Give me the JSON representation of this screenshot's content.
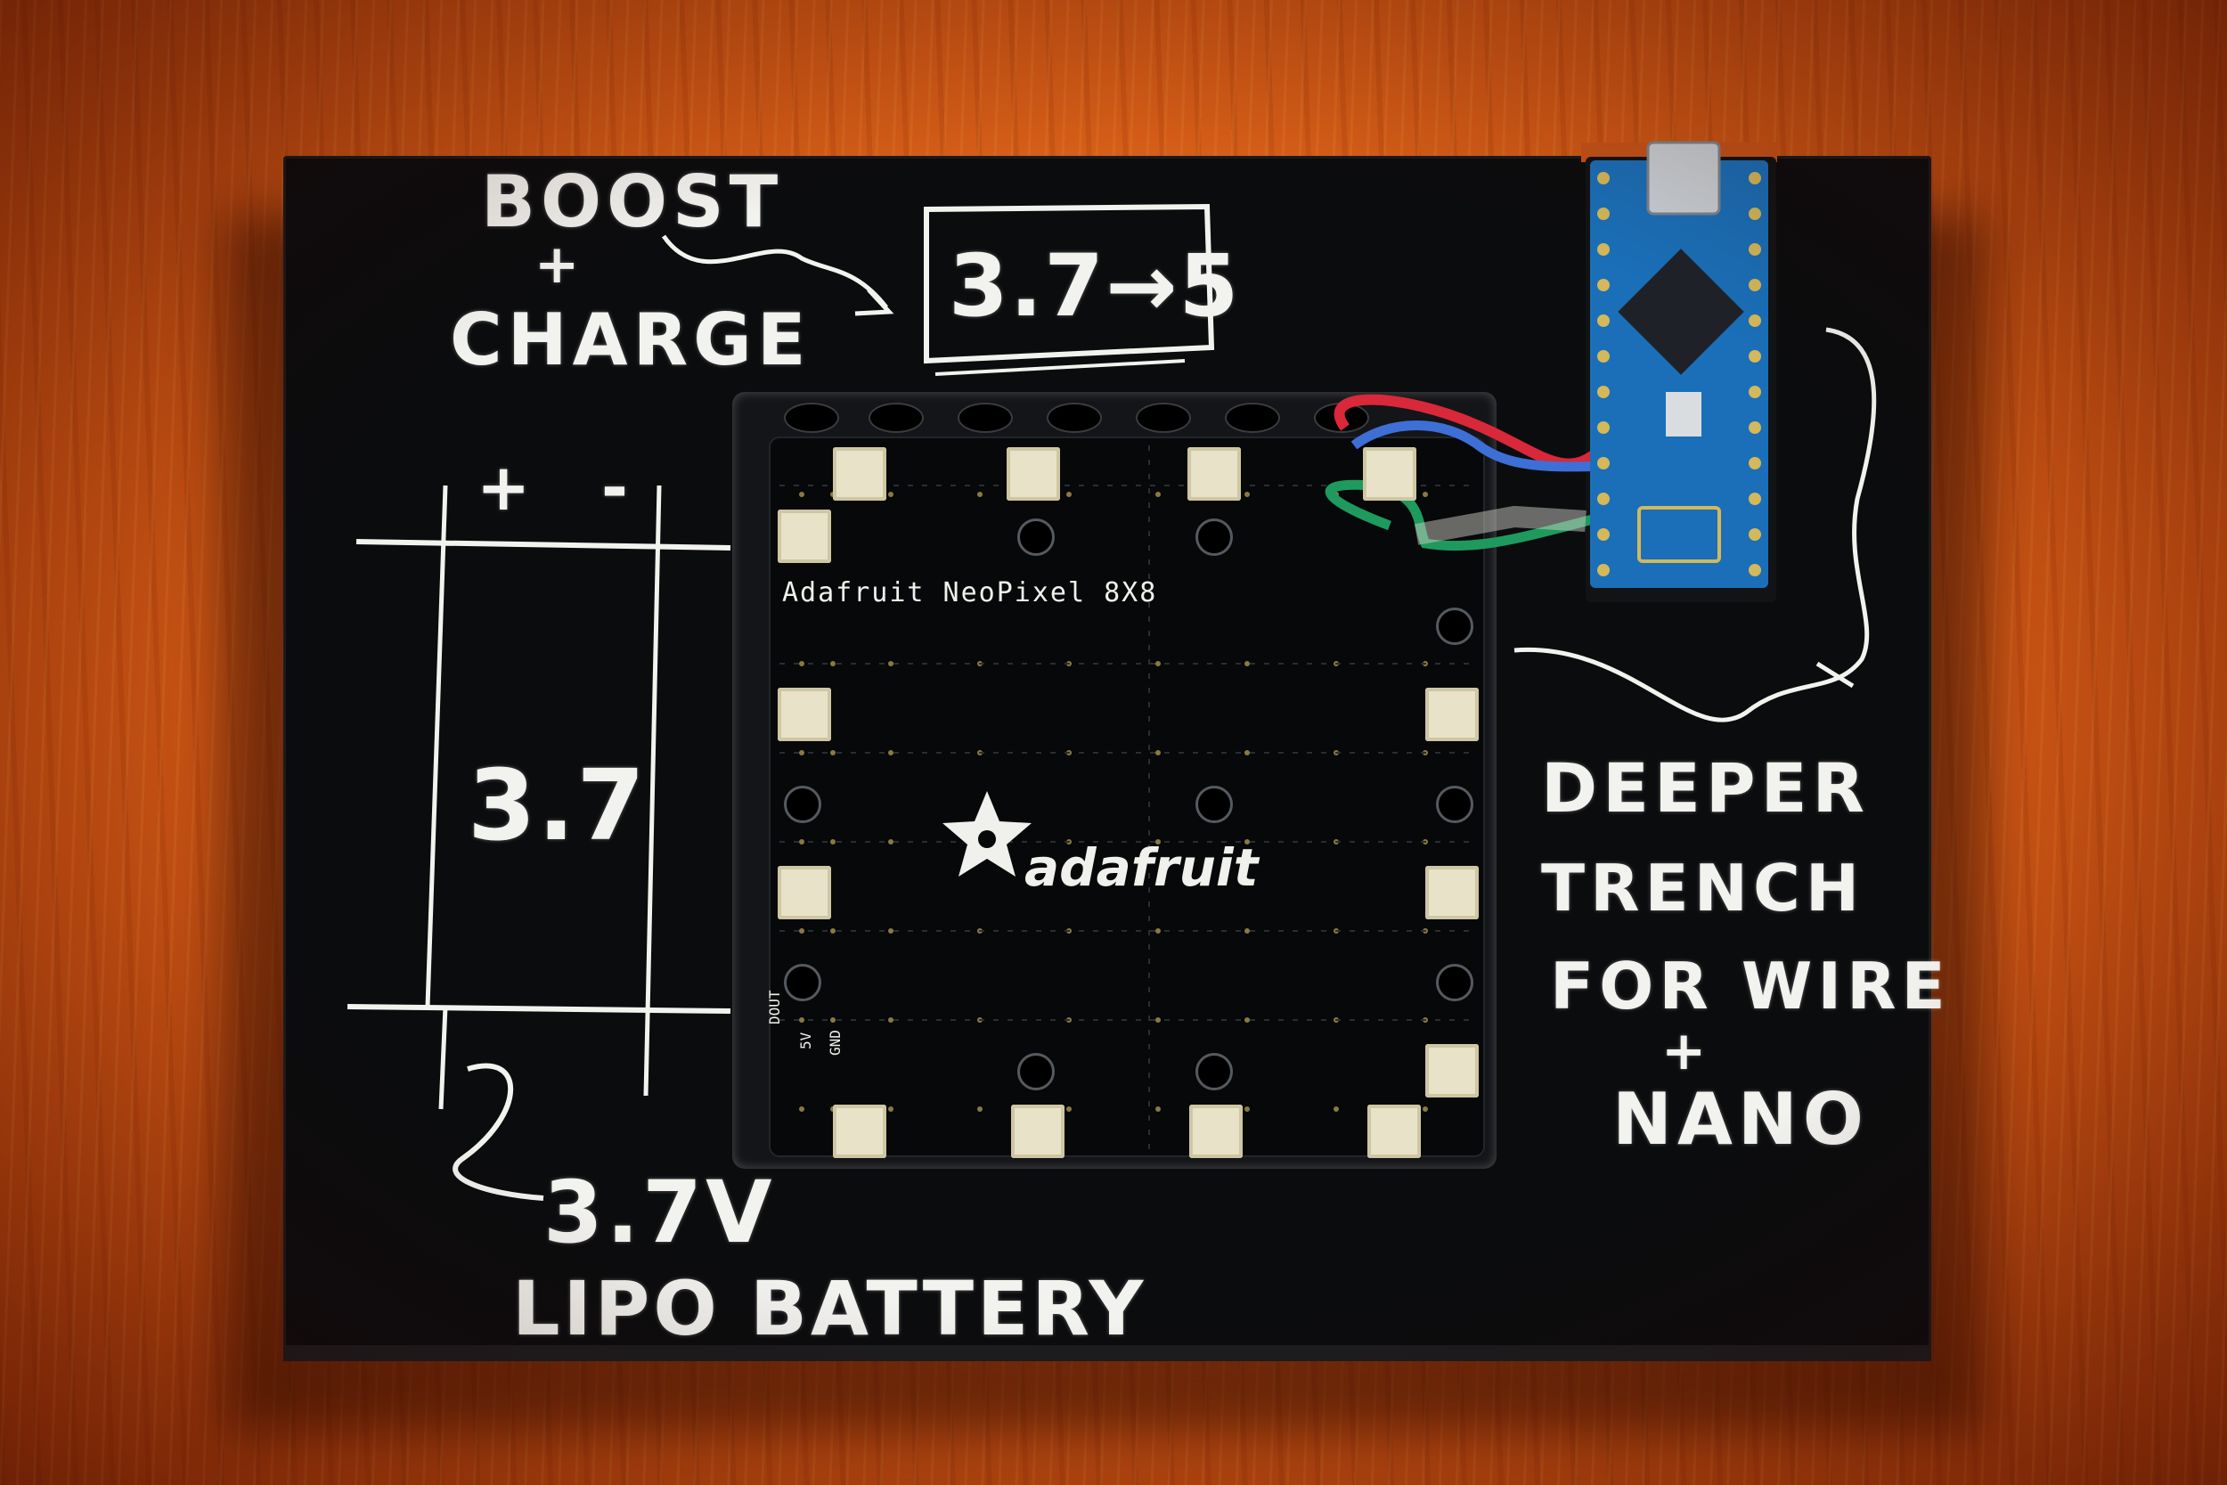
{
  "annotations": {
    "boost_line1": "BOOST",
    "boost_plus": "+",
    "boost_line2": "CHARGE",
    "boost_box": "3.7→5",
    "battery_plus": "+",
    "battery_minus": "-",
    "battery_value": "3.7",
    "battery_line1": "3.7V",
    "battery_line2": "LIPO BATTERY",
    "trench_line1": "DEEPER",
    "trench_line2": "TRENCH",
    "trench_line3": "FOR WIRE",
    "trench_plus": "+",
    "trench_line4": "NANO"
  },
  "pcb": {
    "title": "Adafruit NeoPixel 8X8",
    "logo_text": "adafruit",
    "pin_labels": [
      "DOUT",
      "5V",
      "GND"
    ]
  },
  "colors": {
    "wood": "#d8601a",
    "board": "#0b0c0e",
    "chalk": "#f2f2ee",
    "nano_pcb": "#1a6fb8",
    "wire_red": "#d8283a",
    "wire_green": "#1e9a5e",
    "wire_blue": "#3d6fd6",
    "led": "#e8e2c8"
  },
  "icons": [
    "adafruit-star-logo",
    "usb-connector",
    "microcontroller-chip"
  ]
}
